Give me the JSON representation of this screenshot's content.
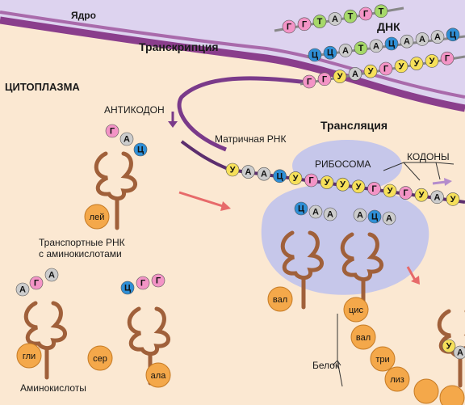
{
  "labels": {
    "nucleus": "Ядро",
    "dna": "ДНК",
    "transcription": "Транскрипция",
    "cytoplasm": "ЦИТОПЛАЗМА",
    "anticodon": "АНТИКОДОН",
    "mrna": "Матричная РНК",
    "translation": "Трансляция",
    "ribosome": "РИБОСОМА",
    "codons": "КОДОНЫ",
    "trna_line1": "Транспортные РНК",
    "trna_line2": "с аминокислотами",
    "amino_acids": "Аминокислоты",
    "protein": "Белок"
  },
  "colors": {
    "cytoplasm": "#fbe8d2",
    "nucleus": "#ddd3ef",
    "ribosome": "#c6c7ea",
    "membrane": "#8a3e8c",
    "trna": "#a0603a",
    "amino": "#f4a84a",
    "arrow": "#e76a6a",
    "A": "#5cc0e8",
    "Ц": "#2f8fd6",
    "Г": "#f394c6",
    "Т": "#a6d86a",
    "У": "#f6e05a"
  },
  "dna": {
    "strand1": [
      "Г",
      "Г",
      "Т",
      "А",
      "Т",
      "Г",
      "Т"
    ],
    "strand2": [
      "Ц",
      "Ц",
      "А",
      "Т",
      "А",
      "Ц",
      "А",
      "А",
      "А",
      "Ц"
    ],
    "strand3": [
      "Г",
      "Г",
      "У",
      "А",
      "У",
      "Г",
      "У",
      "У",
      "У",
      "Г"
    ]
  },
  "mrna_bases": [
    "У",
    "А",
    "А",
    "Ц",
    "У",
    "Г",
    "У",
    "У",
    "У",
    "Г",
    "У",
    "Г",
    "У",
    "А",
    "У"
  ],
  "free_trnas": [
    {
      "anticodon": [
        "Г",
        "А",
        "Ц"
      ],
      "amino": "лей"
    },
    {
      "anticodon": [
        "А",
        "Г",
        "А"
      ],
      "amino": ""
    },
    {
      "anticodon": [
        "Ц",
        "Г",
        "Г"
      ],
      "amino": "ала"
    }
  ],
  "free_amino": [
    "гли",
    "сер"
  ],
  "ribosome_trnas": [
    {
      "anticodon": [
        "Ц",
        "А",
        "А"
      ],
      "amino": "вал"
    },
    {
      "anticodon": [
        "А",
        "Ц",
        "А"
      ],
      "amino": ""
    }
  ],
  "protein_chain": [
    "цис",
    "вал",
    "три",
    "лиз"
  ],
  "exiting_trna": {
    "anticodon": [
      "У",
      "А"
    ]
  }
}
